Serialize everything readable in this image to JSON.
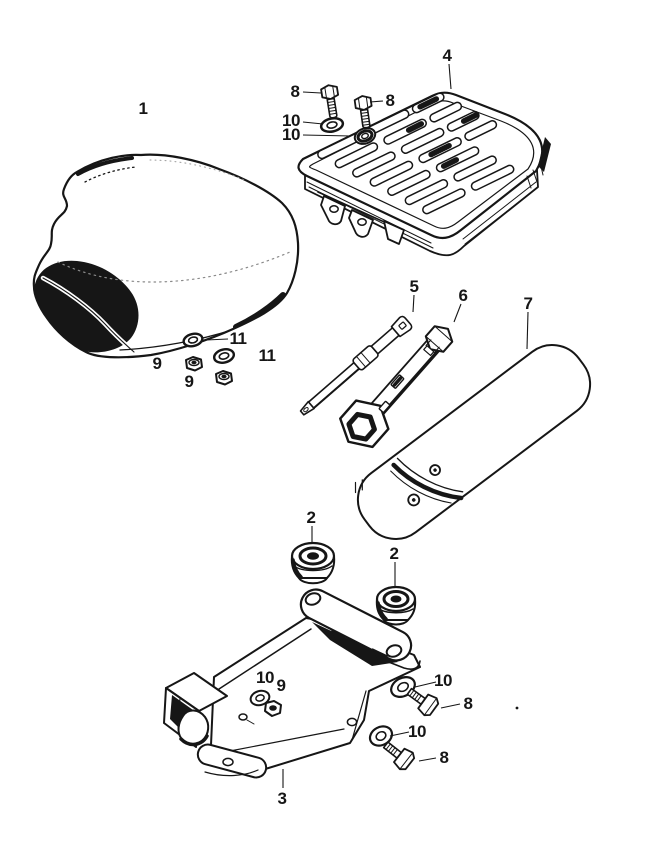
{
  "figure": {
    "type": "exploded-parts-diagram",
    "background_color": "#ffffff",
    "line_color": "#161616"
  },
  "parts_legend": {
    "1": "seat",
    "2": "rubber-mount-bushing",
    "3": "seat-mounting-bracket",
    "4": "luggage-carrier-rack",
    "5": "screwdriver",
    "6": "box-spanner-wrench",
    "7": "tool-bag",
    "8": "hex-bolt",
    "9": "hex-nut",
    "10": "washer",
    "11": "washer"
  },
  "callouts": [
    {
      "text": "1",
      "part": "seat"
    },
    {
      "text": "8",
      "part": "hex-bolt"
    },
    {
      "text": "8",
      "part": "hex-bolt"
    },
    {
      "text": "10",
      "part": "washer"
    },
    {
      "text": "10",
      "part": "washer"
    },
    {
      "text": "4",
      "part": "luggage-carrier-rack"
    },
    {
      "text": "5",
      "part": "screwdriver"
    },
    {
      "text": "6",
      "part": "box-spanner-wrench"
    },
    {
      "text": "7",
      "part": "tool-bag"
    },
    {
      "text": "11",
      "part": "washer"
    },
    {
      "text": "11",
      "part": "washer"
    },
    {
      "text": "9",
      "part": "hex-nut"
    },
    {
      "text": "9",
      "part": "hex-nut"
    },
    {
      "text": "2",
      "part": "rubber-mount-bushing"
    },
    {
      "text": "2",
      "part": "rubber-mount-bushing"
    },
    {
      "text": "10",
      "part": "washer"
    },
    {
      "text": "9",
      "part": "hex-nut"
    },
    {
      "text": "10",
      "part": "washer"
    },
    {
      "text": "8",
      "part": "hex-bolt"
    },
    {
      "text": "10",
      "part": "washer"
    },
    {
      "text": "8",
      "part": "hex-bolt"
    },
    {
      "text": "3",
      "part": "seat-mounting-bracket"
    }
  ]
}
